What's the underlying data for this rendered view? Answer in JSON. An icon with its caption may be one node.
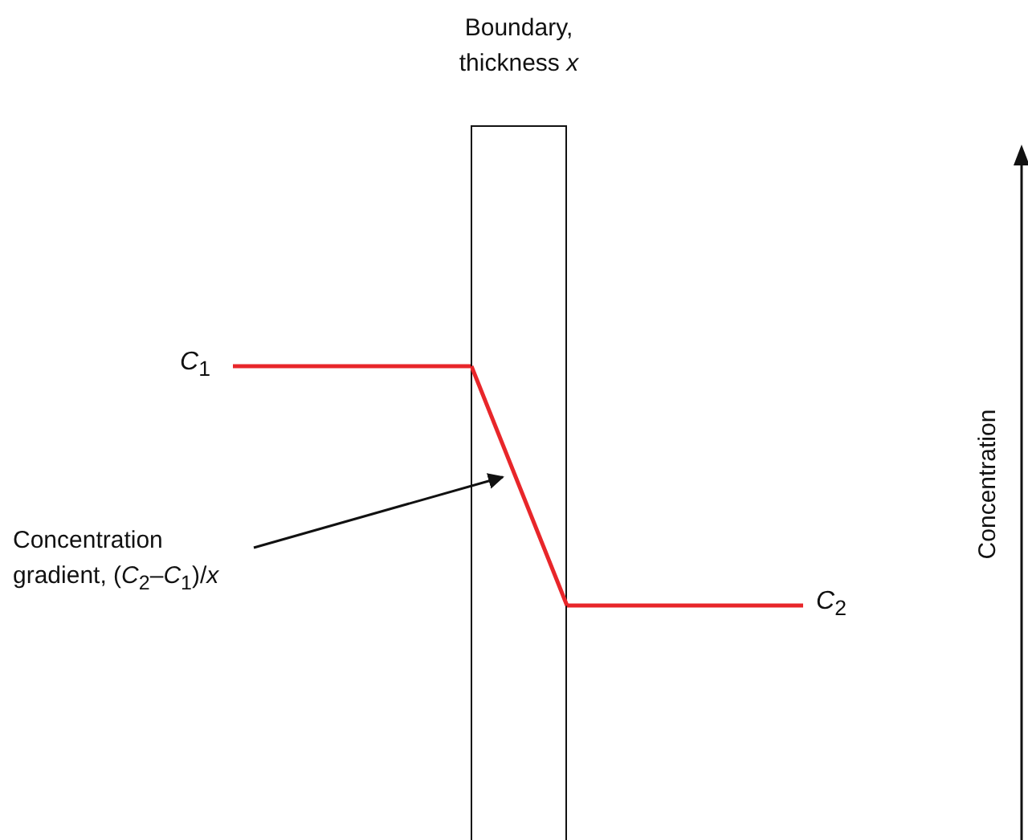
{
  "diagram": {
    "nodes": [
      {
        "text": [
          "Boundary, thickness *x*"
        ]
      },
      {
        "text": [
          "Concentration gradient, (*C*$_{2}$–*C*$_{1}$)/*x*"
        ]
      },
      {
        "text": [],
        "shape": "line",
        "in": 0
      }
    ],
    "edges": [
      {
        "from": 1,
        "to": 2,
        "arrow": "to"
      }
    ],
    "labels": [
      "*C*$_{1}$",
      "*C*$_{2}$",
      "Concentration"
    ]
  }
}
